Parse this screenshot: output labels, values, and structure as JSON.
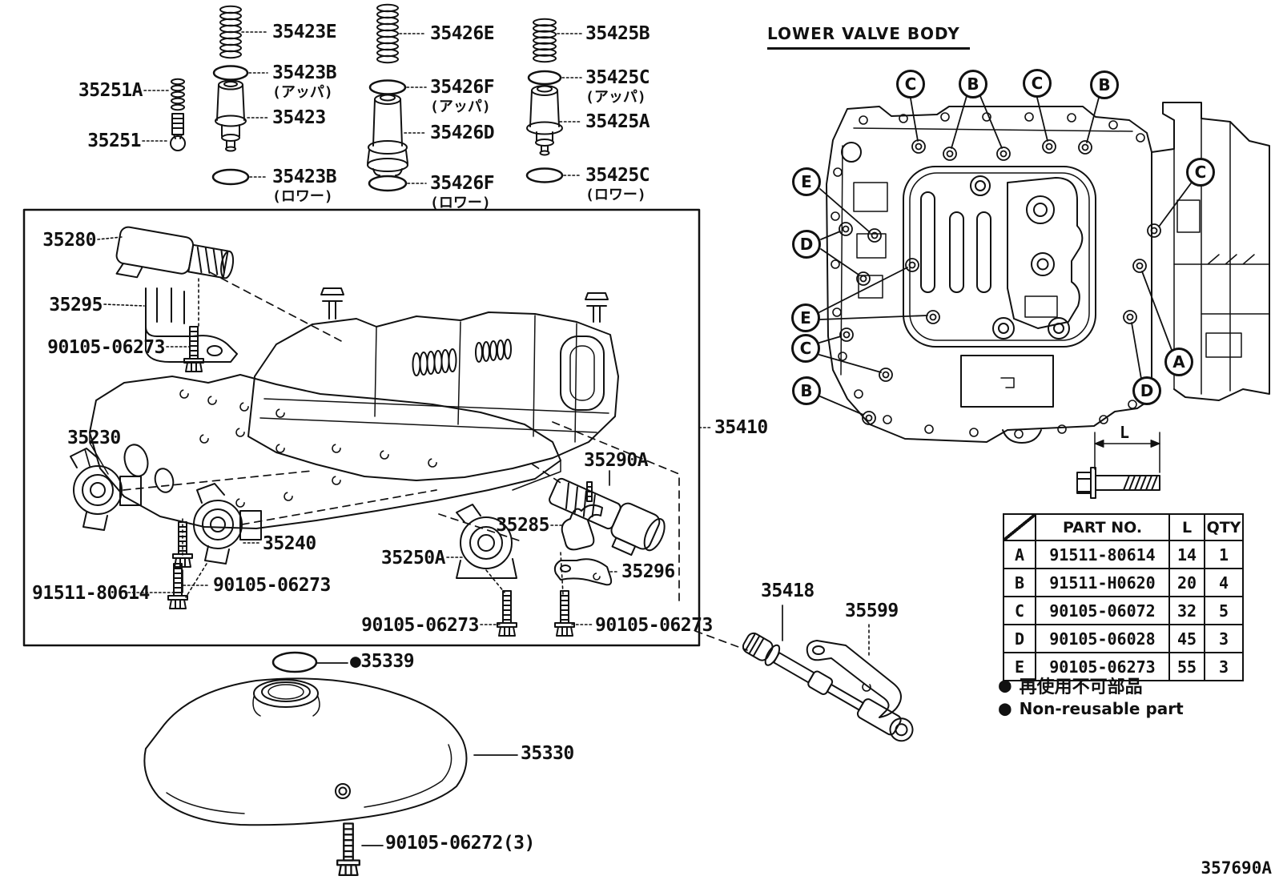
{
  "header": {
    "title": "LOWER VALVE BODY",
    "diagram_code": "357690A"
  },
  "legend": {
    "bullet": "●",
    "jp": "再使用不可部品",
    "en": "Non-reusable part"
  },
  "dimension": {
    "label": "L"
  },
  "bolt_table": {
    "col_part": "PART NO.",
    "col_length": "L",
    "col_qty": "QTY",
    "rows": [
      {
        "key": "A",
        "part_no": "91511-80614",
        "length": "14",
        "qty": "1"
      },
      {
        "key": "B",
        "part_no": "91511-H0620",
        "length": "20",
        "qty": "4"
      },
      {
        "key": "C",
        "part_no": "90105-06072",
        "length": "32",
        "qty": "5"
      },
      {
        "key": "D",
        "part_no": "90105-06028",
        "length": "45",
        "qty": "3"
      },
      {
        "key": "E",
        "part_no": "90105-06273",
        "length": "55",
        "qty": "3"
      }
    ]
  },
  "callouts": {
    "a": "A",
    "b": "B",
    "c": "C",
    "d": "D",
    "e": "E"
  },
  "labels": {
    "bullet": "●",
    "upper_note": "(アッパ)",
    "lower_note": "(ロワー)",
    "p35423E": "35423E",
    "p35423B": "35423B",
    "p35423": "35423",
    "p35426E": "35426E",
    "p35426F": "35426F",
    "p35426D": "35426D",
    "p35425B": "35425B",
    "p35425C": "35425C",
    "p35425A": "35425A",
    "p35251A": "35251A",
    "p35251": "35251",
    "p35280": "35280",
    "p35295": "35295",
    "p35230": "35230",
    "p35240": "35240",
    "p35250A": "35250A",
    "p35285": "35285",
    "p35296": "35296",
    "p35290A": "35290A",
    "p35410": "35410",
    "p35339": "35339",
    "p35330": "35330",
    "p35418": "35418",
    "p35599": "35599",
    "p91511_80614": "91511-80614",
    "p90105_06273": "90105-06273",
    "p90105_06272": "90105-06272(3)"
  }
}
